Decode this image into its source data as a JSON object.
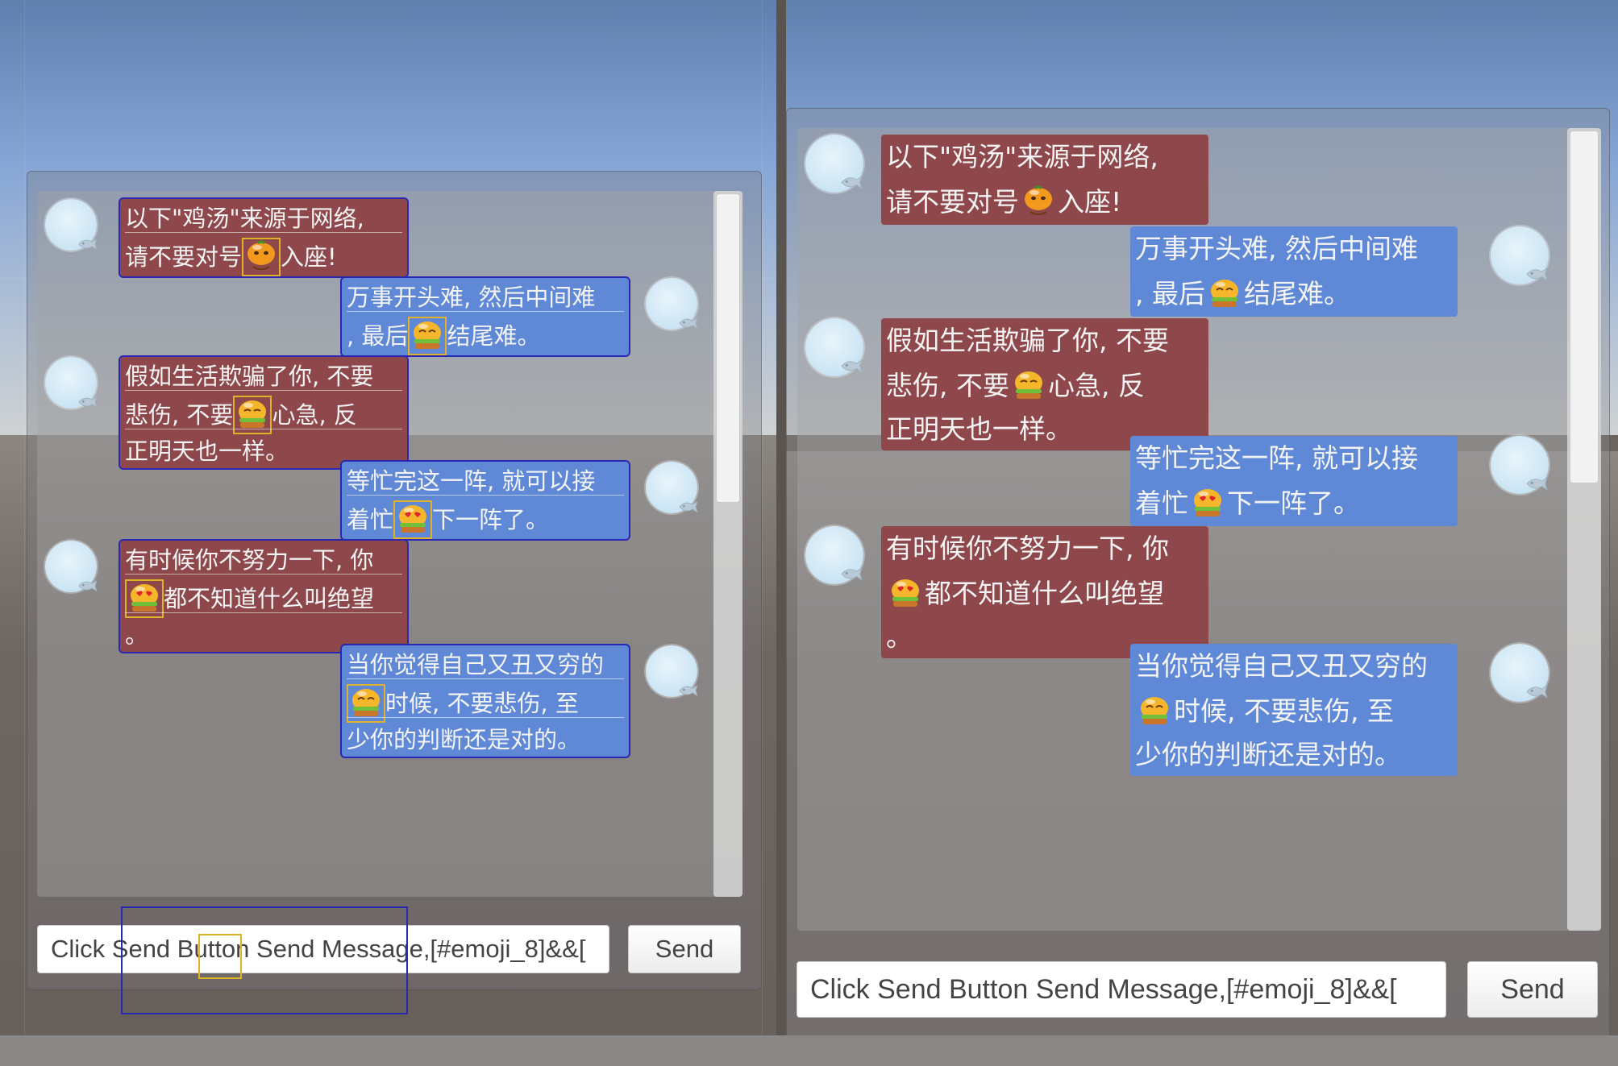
{
  "messages": [
    {
      "side": "left",
      "lines": [
        [
          "以下\"鸡汤\"来源于网络,"
        ],
        [
          "请不要对号",
          "{emoji:orange-face}",
          "入座!"
        ]
      ]
    },
    {
      "side": "right",
      "lines": [
        [
          "万事开头难, 然后中间难"
        ],
        [
          ", 最后",
          "{emoji:squint-burger}",
          "结尾难。"
        ]
      ]
    },
    {
      "side": "left",
      "lines": [
        [
          "假如生活欺骗了你, 不要"
        ],
        [
          "悲伤, 不要",
          "{emoji:smile-face}",
          "心急, 反"
        ],
        [
          "正明天也一样。"
        ]
      ]
    },
    {
      "side": "right",
      "lines": [
        [
          "等忙完这一阵, 就可以接"
        ],
        [
          "着忙",
          "{emoji:heart-eyes-burger}",
          "下一阵了。"
        ]
      ]
    },
    {
      "side": "left",
      "lines": [
        [
          "有时候你不努力一下, 你"
        ],
        [
          "{emoji:heart-eyes-burger}",
          "都不知道什么叫绝望"
        ],
        [
          "。"
        ]
      ]
    },
    {
      "side": "right",
      "lines": [
        [
          "当你觉得自己又丑又穷的"
        ],
        [
          "{emoji:smile-burger}",
          "时候, 不要悲伤, 至"
        ],
        [
          "少你的判断还是对的。"
        ]
      ]
    }
  ],
  "input": {
    "value": "Click Send Button Send Message,[#emoji_8]&&["
  },
  "send_button": {
    "label": "Send"
  },
  "colors": {
    "left_bubble": "#8e474a",
    "right_bubble": "#5f89d6",
    "avatar": "#cfe7f5"
  },
  "emoji_icons": [
    "orange-face-icon",
    "squint-burger-icon",
    "smile-face-icon",
    "heart-eyes-burger-icon",
    "smile-burger-icon"
  ],
  "avatar_icon": "fish-icon"
}
